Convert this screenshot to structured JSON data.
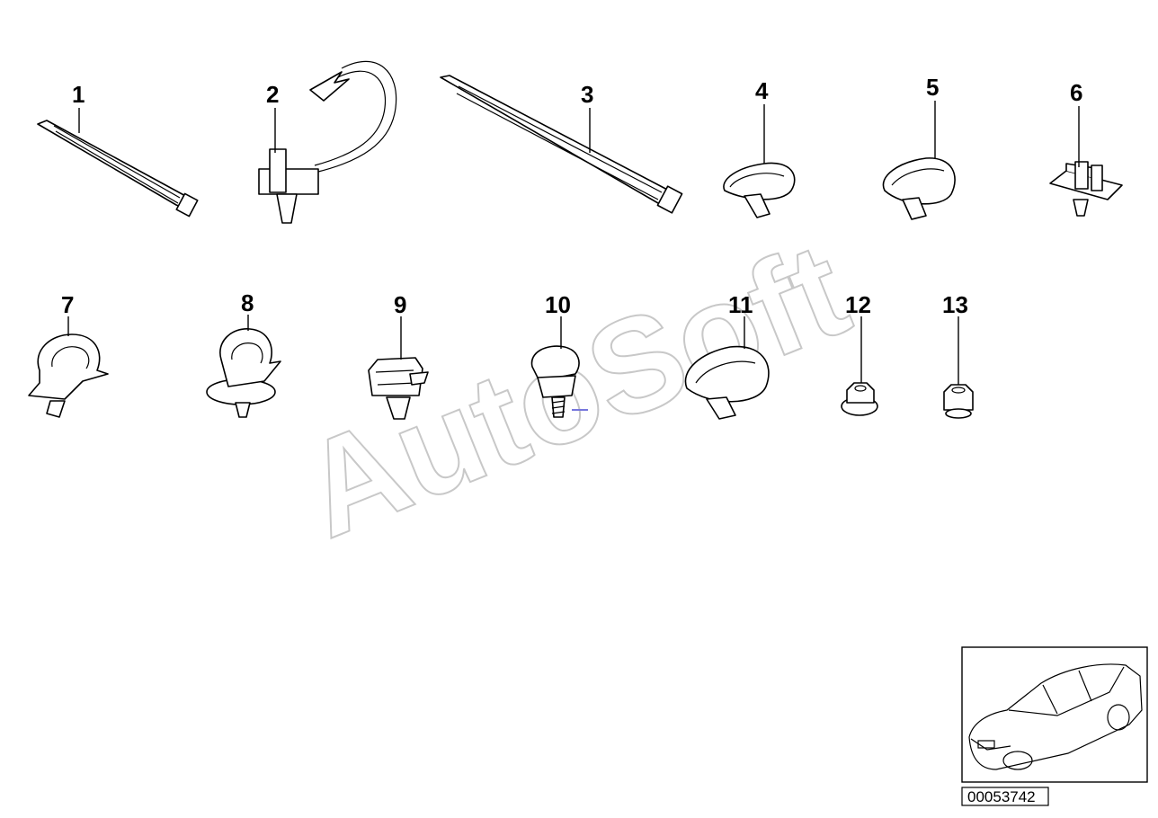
{
  "diagram": {
    "callouts": [
      "1",
      "2",
      "3",
      "4",
      "5",
      "6",
      "7",
      "8",
      "9",
      "10",
      "11",
      "12",
      "13"
    ],
    "watermark": "AutoSoft",
    "drawing_number": "00053742",
    "icons": [
      "cable-tie",
      "cable-tie-with-holder",
      "cable-tie-long",
      "cable-clip",
      "cable-clip-wide",
      "cable-holder-clip",
      "hose-clamp",
      "hose-clamp-expanding-rivet",
      "cable-clip-rivet",
      "cable-clip-screw",
      "cable-clip-large",
      "hex-nut-flange",
      "hex-nut-lock",
      "car-sedan-icon"
    ]
  }
}
